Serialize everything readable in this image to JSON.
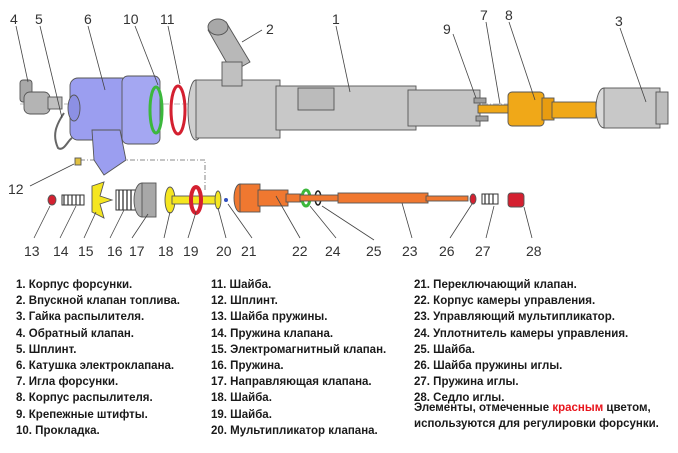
{
  "diagram": {
    "title": "Exploded view of common-rail fuel injector",
    "callouts_top": [
      "4",
      "5",
      "6",
      "10",
      "11",
      "2",
      "1",
      "9",
      "7",
      "8",
      "3"
    ],
    "callouts_middle": [
      "12"
    ],
    "callouts_bottom": [
      "13",
      "14",
      "15",
      "16",
      "17",
      "18",
      "19",
      "20",
      "21",
      "22",
      "24",
      "25",
      "23",
      "26",
      "27",
      "28"
    ],
    "colors": {
      "solenoid_coil": "#9b9ef0",
      "injector_body": "#c8c8c8",
      "nozzle_body": "#f0a818",
      "control_chamber": "#f07830",
      "valve_parts": "#f5e620",
      "green_seal": "#3cb83c",
      "red_adjust": "#d42030",
      "spring": "#333333"
    }
  },
  "legend": {
    "column1": [
      "1. Корпус форсунки.",
      "2. Впускной клапан топлива.",
      "3. Гайка распылителя.",
      "4. Обратный клапан.",
      "5. Шплинт.",
      "6. Катушка электроклапана.",
      "7. Игла форсунки.",
      "8. Корпус распылителя.",
      "9. Крепежные штифты.",
      "10. Прокладка."
    ],
    "column2": [
      "11. Шайба.",
      "12. Шплинт.",
      "13. Шайба пружины.",
      "14. Пружина клапана.",
      "15. Электромагнитный клапан.",
      "16. Пружина.",
      "17. Направляющая клапана.",
      "18. Шайба.",
      "19. Шайба.",
      "20. Мультипликатор клапана."
    ],
    "column3": [
      "21. Переключающий клапан.",
      "22. Корпус камеры управления.",
      "23. Управляющий мультипликатор.",
      "24. Уплотнитель камеры управления.",
      "25. Шайба.",
      "26. Шайба пружины иглы.",
      "27. Пружина иглы.",
      "28. Седло иглы."
    ]
  },
  "note": {
    "before": "Элементы, отмеченные ",
    "highlight": "красным",
    "after": " цветом,",
    "line2": "используются для регулировки форсунки.",
    "highlight_color": "#e8141c"
  }
}
